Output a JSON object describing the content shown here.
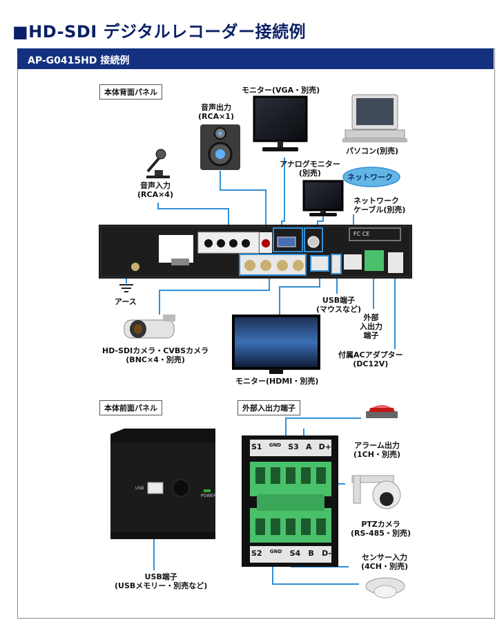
{
  "page_title": "■HD-SDI デジタルレコーダー接続例",
  "section_title": "AP-G0415HD 接続例",
  "labels": {
    "rear_panel": "本体背面パネル",
    "front_panel": "本体前面パネル",
    "ext_io_terminal": "外部入出力端子"
  },
  "devices": {
    "monitor_vga": "モニター(VGA・別売)",
    "audio_out_1": "音声出力",
    "audio_out_2": "(RCA×1)",
    "pc": "パソコン(別売)",
    "analog_monitor_1": "アナログモニター",
    "analog_monitor_2": "(別売)",
    "network": "ネットワーク",
    "network_cable_1": "ネットワーク",
    "network_cable_2": "ケーブル(別売)",
    "audio_in_1": "音声入力",
    "audio_in_2": "(RCA×4)",
    "ground": "アース",
    "usb_1": "USB端子",
    "usb_2": "(マウスなど)",
    "ext_io_1": "外部",
    "ext_io_2": "入出力",
    "ext_io_3": "端子",
    "ac_adapter_1": "付属ACアダプター",
    "ac_adapter_2": "(DC12V)",
    "camera_1": "HD-SDIカメラ・CVBSカメラ",
    "camera_2": "(BNC×4・別売)",
    "monitor_hdmi": "モニター(HDMI・別売)",
    "front_usb_1": "USB端子",
    "front_usb_2": "(USBメモリー・別売など)",
    "alarm_1": "アラーム出力",
    "alarm_2": "(1CH・別売)",
    "ptz_1": "PTZカメラ",
    "ptz_2": "(RS-485・別売)",
    "sensor_1": "センサー入力",
    "sensor_2": "(4CH・別売)"
  },
  "terminal_labels": {
    "top": [
      "S1",
      "GND",
      "S3",
      "A",
      "D+"
    ],
    "bottom": [
      "S2",
      "GND",
      "S4",
      "B",
      "D-"
    ]
  },
  "panel_marks": {
    "usb": "USB",
    "power": "POWER",
    "certs": "FC CE"
  }
}
